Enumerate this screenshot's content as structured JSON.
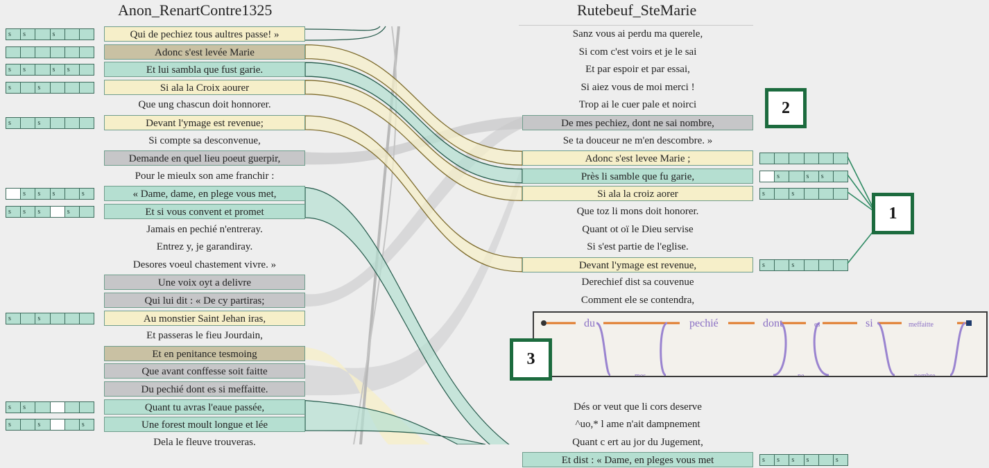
{
  "titles": {
    "left": "Anon_RenartContre1325",
    "right": "Rutebeuf_SteMarie"
  },
  "colors": {
    "teal": "#b5dfd1",
    "cream": "#f6efc9",
    "tan": "#c9c1a3",
    "gray": "#c6c6c8",
    "flow_teal_stroke": "#23594a",
    "badge_border": "#1c6b3e"
  },
  "left_lines": [
    {
      "text": "Qui de pechiez tous aultres passe! »",
      "fill": "cream",
      "marks": [
        "s",
        "s",
        "",
        "s",
        "",
        ""
      ]
    },
    {
      "text": "Adonc s'est levée Marie",
      "fill": "tan",
      "marks": [
        "",
        "",
        "",
        "",
        "",
        ""
      ]
    },
    {
      "text": "Et lui sambla que fust garie.",
      "fill": "teal",
      "marks": [
        "s",
        "s",
        "",
        "s",
        "s",
        ""
      ]
    },
    {
      "text": "Si ala la Croix aourer",
      "fill": "cream",
      "marks": [
        "s",
        "",
        "s",
        "",
        "",
        ""
      ]
    },
    {
      "text": "Que ung chascun doit honnorer.",
      "fill": "none",
      "marks": []
    },
    {
      "text": "Devant l'ymage est revenue;",
      "fill": "cream",
      "marks": [
        "s",
        "",
        "s",
        "",
        "",
        ""
      ]
    },
    {
      "text": "Si compte sa desconvenue,",
      "fill": "none",
      "marks": []
    },
    {
      "text": "Demande en quel lieu poeut guerpir,",
      "fill": "gray",
      "marks": []
    },
    {
      "text": "Pour le mieulx son ame franchir :",
      "fill": "none",
      "marks": []
    },
    {
      "text": "« Dame, dame, en plege vous met,",
      "fill": "teal",
      "marks": [
        "w",
        "s",
        "s",
        "s",
        "",
        "s"
      ]
    },
    {
      "text": "Et si vous convent et promet",
      "fill": "teal",
      "marks": [
        "s",
        "s",
        "s",
        "w",
        "s",
        ""
      ]
    },
    {
      "text": "Jamais en pechié n'entreray.",
      "fill": "none",
      "marks": []
    },
    {
      "text": "Entrez y, je garandiray.",
      "fill": "none",
      "marks": []
    },
    {
      "text": "Desores voeul chastement vivre. »",
      "fill": "none",
      "marks": []
    },
    {
      "text": "Une voix oyt a delivre",
      "fill": "gray",
      "marks": []
    },
    {
      "text": "Qui lui dit : « De cy partiras;",
      "fill": "gray",
      "marks": []
    },
    {
      "text": "Au monstier Saint Jehan iras,",
      "fill": "cream",
      "marks": [
        "s",
        "",
        "s",
        "",
        "",
        ""
      ]
    },
    {
      "text": "Et passeras le fieu Jourdain,",
      "fill": "none",
      "marks": []
    },
    {
      "text": "Et en penitance tesmoing",
      "fill": "tan",
      "marks": []
    },
    {
      "text": "Que avant conffesse soit faitte",
      "fill": "gray",
      "marks": []
    },
    {
      "text": "Du pechié dont es si meffaitte.",
      "fill": "gray",
      "marks": []
    },
    {
      "text": "Quant tu avras l'eaue passée,",
      "fill": "teal",
      "marks": [
        "s",
        "s",
        "",
        "w",
        "",
        ""
      ]
    },
    {
      "text": "Une forest moult longue et lée",
      "fill": "teal",
      "marks": [
        "s",
        "",
        "s",
        "w",
        "",
        "s"
      ]
    },
    {
      "text": "Dela le fleuve trouveras.",
      "fill": "none",
      "marks": []
    }
  ],
  "right_lines": [
    {
      "text": "Sanz vous ai perdu ma querele,",
      "fill": "none",
      "marks": []
    },
    {
      "text": "Si com c'est voirs et je le sai",
      "fill": "none",
      "marks": []
    },
    {
      "text": "Et par espoir et par essai,",
      "fill": "none",
      "marks": []
    },
    {
      "text": "Si aiez vous de moi merci !",
      "fill": "none",
      "marks": []
    },
    {
      "text": "Trop ai le cuer pale et noirci",
      "fill": "none",
      "marks": []
    },
    {
      "text": "De mes pechiez, dont ne sai nombre,",
      "fill": "gray",
      "marks": []
    },
    {
      "text": "Se ta douceur ne m'en descombre. »",
      "fill": "none",
      "marks": []
    },
    {
      "text": "Adonc s'est levee Marie ;",
      "fill": "cream",
      "marks": [
        "",
        "",
        "",
        "",
        "",
        ""
      ]
    },
    {
      "text": "Près li samble que fu garie,",
      "fill": "teal",
      "marks": [
        "w",
        "s",
        "",
        "s",
        "s",
        ""
      ]
    },
    {
      "text": "Si ala la croiz aorer",
      "fill": "cream",
      "marks": [
        "s",
        "",
        "s",
        "",
        "",
        ""
      ]
    },
    {
      "text": "Que toz li mons doit honorer.",
      "fill": "none",
      "marks": []
    },
    {
      "text": "Quant ot oï le Dieu servise",
      "fill": "none",
      "marks": []
    },
    {
      "text": "Si s'est partie de l'eglise.",
      "fill": "none",
      "marks": []
    },
    {
      "text": "Devant l'ymage est revenue,",
      "fill": "cream",
      "marks": [
        "s",
        "",
        "s",
        "",
        "",
        ""
      ]
    },
    {
      "text": "Derechief dist sa couvenue",
      "fill": "none",
      "marks": []
    },
    {
      "text": "Comment ele se contendra,",
      "fill": "none",
      "marks": []
    },
    {
      "text": "",
      "fill": "none",
      "marks": []
    },
    {
      "text": "",
      "fill": "none",
      "marks": []
    },
    {
      "text": "",
      "fill": "none",
      "marks": []
    },
    {
      "text": "",
      "fill": "none",
      "marks": []
    },
    {
      "text": "",
      "fill": "none",
      "marks": []
    },
    {
      "text": "Dés or veut que li cors deserve",
      "fill": "none",
      "marks": []
    },
    {
      "text": "^uo,* l ame n'ait dampnement",
      "fill": "none",
      "marks": []
    },
    {
      "text": "Quant c ert au jor du Jugement,",
      "fill": "none",
      "marks": []
    },
    {
      "text": "Et dist : « Dame, en pleges vous met",
      "fill": "teal",
      "marks": [
        "s",
        "s",
        "s",
        "s",
        "",
        "s"
      ]
    }
  ],
  "badges": [
    "1",
    "2",
    "3"
  ],
  "variant_graph": {
    "top": [
      "du",
      "pechié",
      "dont",
      "es",
      "si",
      "meffaitte"
    ],
    "bottom": [
      "mes",
      "ne",
      "nombre"
    ]
  }
}
